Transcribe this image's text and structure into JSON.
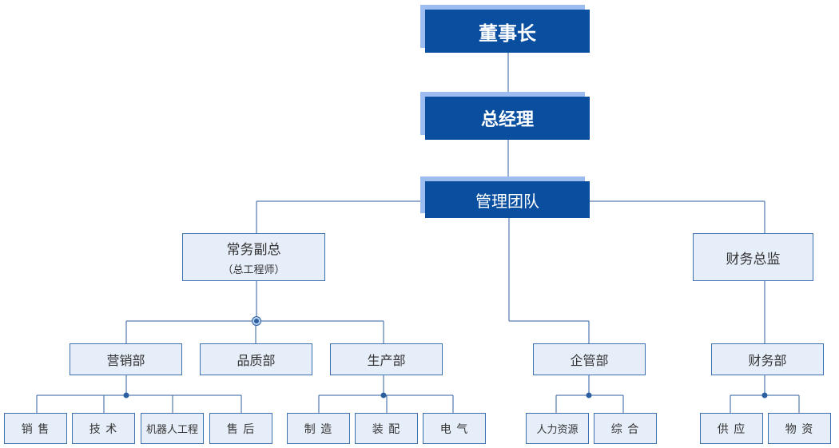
{
  "chairman": "董事长",
  "general_manager": "总经理",
  "management_team": "管理团队",
  "executive_vp": {
    "title": "常务副总",
    "subtitle": "（总工程师）"
  },
  "finance_director": "财务总监",
  "departments": {
    "sales": "营销部",
    "quality": "品质部",
    "production": "生产部",
    "enterprise_mgmt": "企管部",
    "finance": "财务部"
  },
  "sections": {
    "sales_team": "销 售",
    "tech": "技 术",
    "robot_eng": "机器人工程",
    "after_sales": "售 后",
    "manufacturing": "制 造",
    "assembly": "装 配",
    "electric_gas": "电 气",
    "hr": "人力资源",
    "general": "综 合",
    "supply": "供 应",
    "materials": "物 资"
  },
  "colors": {
    "dark_blue": "#0a4ea0",
    "shadow_blue": "#9dbdf0",
    "box_fill": "#e6eef9",
    "box_border": "#3e70b0",
    "line": "#2c5fa0"
  }
}
